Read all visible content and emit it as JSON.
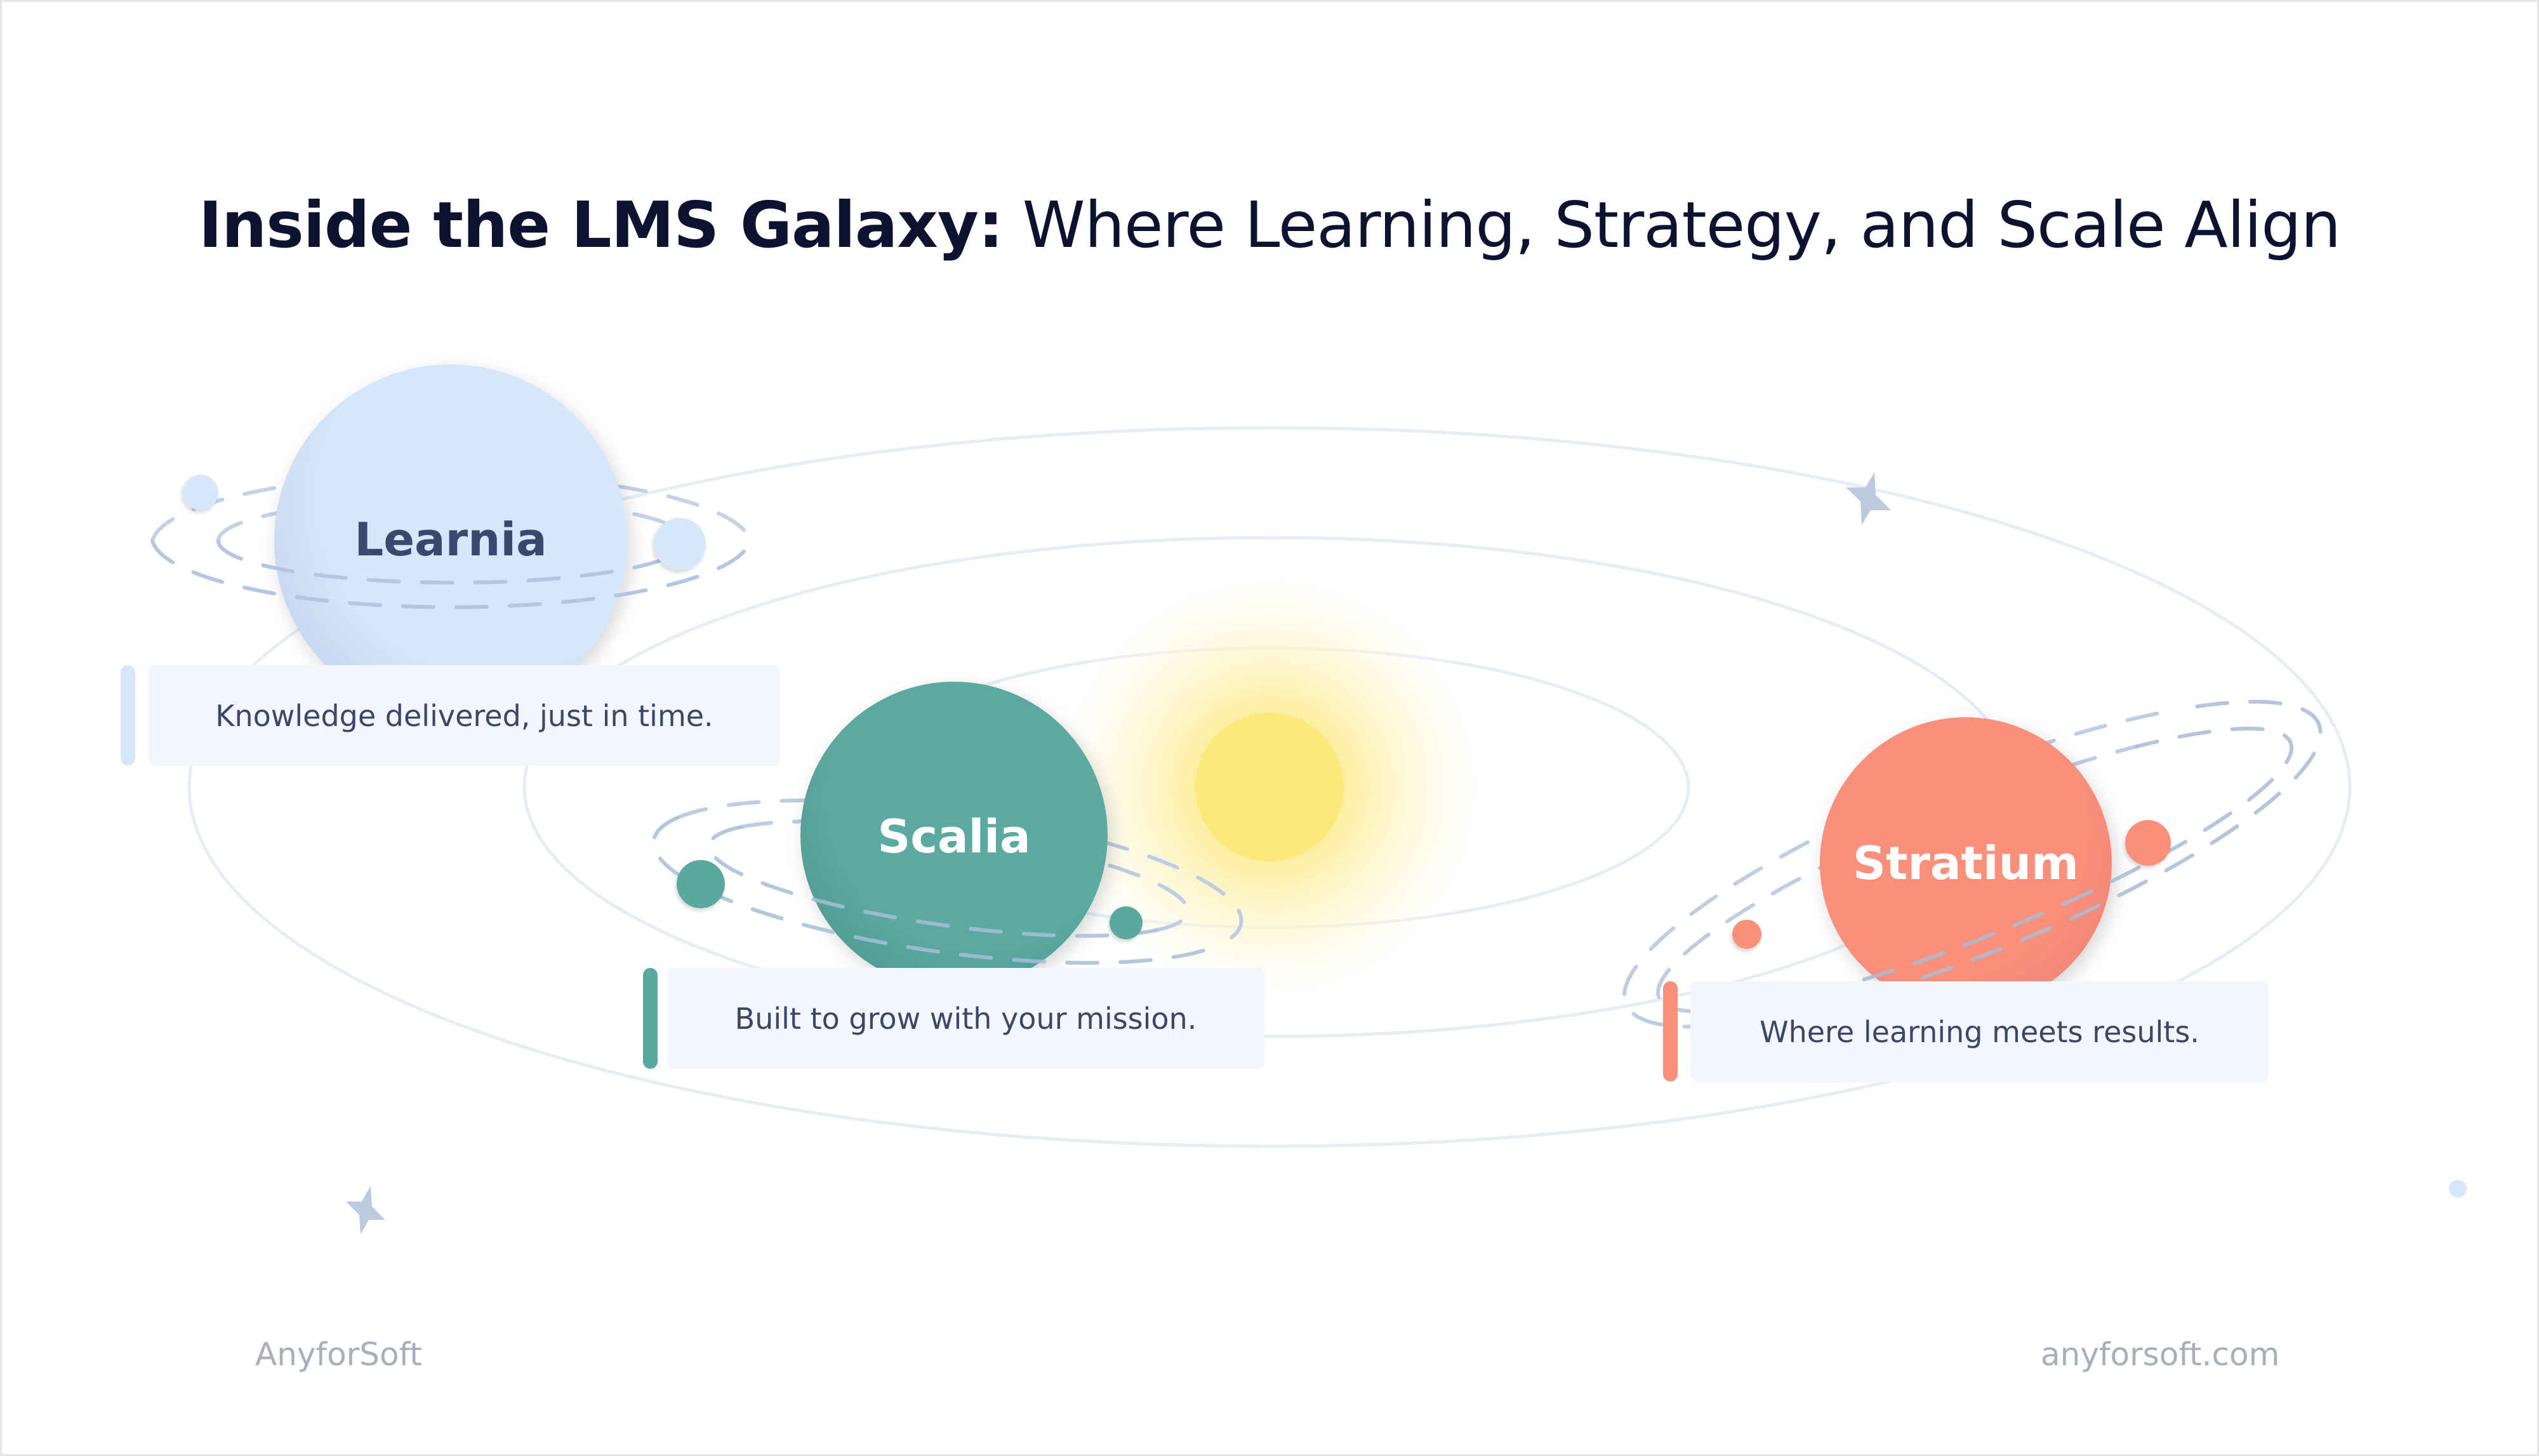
{
  "title": {
    "bold_part": "Inside the LMS Galaxy:",
    "regular_part": "Where Learning, Strategy, and Scale Align"
  },
  "planets": [
    {
      "name": "Learnia",
      "tagline": "Knowledge delivered, just in time.",
      "color": "#d6e6fc",
      "label_color": "#3a4870",
      "accent_bar": "#d6e6fc",
      "satellite_color": "#d6e6fc"
    },
    {
      "name": "Scalia",
      "tagline": "Built to grow with your mission.",
      "color": "#5aa9a1",
      "label_color": "#ffffff",
      "accent_bar": "#5aa9a1",
      "satellite_color": "#5aa9a1"
    },
    {
      "name": "Stratium",
      "tagline": "Where learning meets results.",
      "color": "#fc8f7b",
      "label_color": "#ffffff",
      "accent_bar": "#fc8f7b",
      "satellite_color": "#fc8f7b"
    }
  ],
  "sun": {
    "color": "#fde87a",
    "glow": "#fff4c2"
  },
  "colors": {
    "orbit_line": "#e7edf6",
    "dashed_orbit": "#bccde4",
    "star": "#bccade",
    "card_bg": "#f3f6fc",
    "title": "#0c1330",
    "footer": "#a9aebd"
  },
  "footer": {
    "brand": "AnyforSoft",
    "website": "anyforsoft.com"
  }
}
